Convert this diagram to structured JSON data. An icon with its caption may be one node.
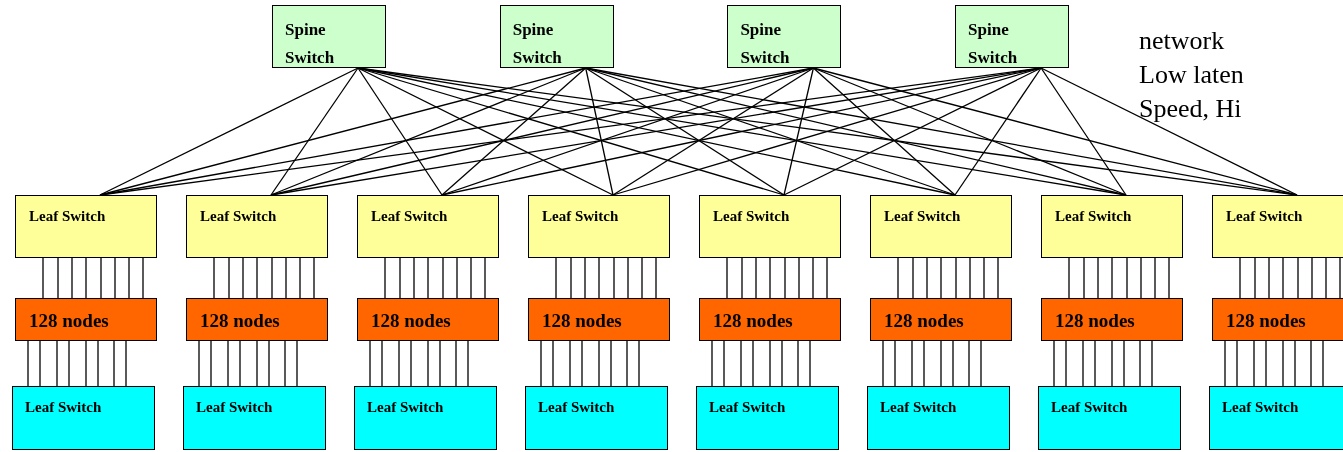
{
  "diagram": {
    "nodes": [
      {
        "text": [
          "Spine Switch"
        ]
      },
      {
        "text": [
          "Spine Switch"
        ]
      },
      {
        "text": [
          "Spine Switch"
        ]
      },
      {
        "text": [
          "Spine Switch"
        ]
      },
      {
        "text": [
          "Leaf Switch"
        ]
      },
      {
        "text": [
          "Leaf Switch"
        ]
      },
      {
        "text": [
          "Leaf Switch"
        ]
      },
      {
        "text": [
          "Leaf Switch"
        ]
      },
      {
        "text": [
          "Leaf Switch"
        ]
      },
      {
        "text": [
          "Leaf Switch"
        ]
      },
      {
        "text": [
          "Leaf Switch"
        ]
      },
      {
        "text": [
          "Leaf Switch"
        ]
      },
      {
        "text": [
          "128 nodes"
        ]
      },
      {
        "text": [
          "128 nodes"
        ]
      },
      {
        "text": [
          "128 nodes"
        ]
      },
      {
        "text": [
          "128 nodes"
        ]
      },
      {
        "text": [
          "128 nodes"
        ]
      },
      {
        "text": [
          "128 nodes"
        ]
      },
      {
        "text": [
          "128 nodes"
        ]
      },
      {
        "text": [
          "128 nodes"
        ]
      },
      {
        "text": [
          "Leaf Switch"
        ]
      },
      {
        "text": [
          "Leaf Switch"
        ]
      },
      {
        "text": [
          "Leaf Switch"
        ]
      },
      {
        "text": [
          "Leaf Switch"
        ]
      },
      {
        "text": [
          "Leaf Switch"
        ]
      },
      {
        "text": [
          "Leaf Switch"
        ]
      },
      {
        "text": [
          "Leaf Switch"
        ]
      },
      {
        "text": [
          "Leaf Switch"
        ]
      }
    ],
    "edges": [
      {
        "from": 0,
        "to": 4,
        "arrow": "none"
      },
      {
        "from": 0,
        "to": 5,
        "arrow": "none"
      },
      {
        "from": 0,
        "to": 6,
        "arrow": "none"
      },
      {
        "from": 0,
        "to": 7,
        "arrow": "none"
      },
      {
        "from": 0,
        "to": 8,
        "arrow": "none"
      },
      {
        "from": 0,
        "to": 9,
        "arrow": "none"
      },
      {
        "from": 0,
        "to": 10,
        "arrow": "none"
      },
      {
        "from": 0,
        "to": 11,
        "arrow": "none"
      },
      {
        "from": 1,
        "to": 4,
        "arrow": "none"
      },
      {
        "from": 1,
        "to": 5,
        "arrow": "none"
      },
      {
        "from": 1,
        "to": 6,
        "arrow": "none"
      },
      {
        "from": 1,
        "to": 7,
        "arrow": "none"
      },
      {
        "from": 1,
        "to": 8,
        "arrow": "none"
      },
      {
        "from": 1,
        "to": 9,
        "arrow": "none"
      },
      {
        "from": 1,
        "to": 10,
        "arrow": "none"
      },
      {
        "from": 1,
        "to": 11,
        "arrow": "none"
      },
      {
        "from": 2,
        "to": 4,
        "arrow": "none"
      },
      {
        "from": 2,
        "to": 5,
        "arrow": "none"
      },
      {
        "from": 2,
        "to": 6,
        "arrow": "none"
      },
      {
        "from": 2,
        "to": 7,
        "arrow": "none"
      },
      {
        "from": 2,
        "to": 8,
        "arrow": "none"
      },
      {
        "from": 2,
        "to": 9,
        "arrow": "none"
      },
      {
        "from": 2,
        "to": 10,
        "arrow": "none"
      },
      {
        "from": 2,
        "to": 11,
        "arrow": "none"
      },
      {
        "from": 3,
        "to": 4,
        "arrow": "none"
      },
      {
        "from": 3,
        "to": 5,
        "arrow": "none"
      },
      {
        "from": 3,
        "to": 6,
        "arrow": "none"
      },
      {
        "from": 3,
        "to": 7,
        "arrow": "none"
      },
      {
        "from": 3,
        "to": 8,
        "arrow": "none"
      },
      {
        "from": 3,
        "to": 9,
        "arrow": "none"
      },
      {
        "from": 3,
        "to": 10,
        "arrow": "none"
      },
      {
        "from": 3,
        "to": 11,
        "arrow": "none"
      },
      {
        "from": 4,
        "to": 12,
        "arrow": "none"
      },
      {
        "from": 4,
        "to": 12,
        "arrow": "none"
      },
      {
        "from": 4,
        "to": 12,
        "arrow": "none"
      },
      {
        "from": 4,
        "to": 12,
        "arrow": "none"
      },
      {
        "from": 4,
        "to": 12,
        "arrow": "none"
      },
      {
        "from": 4,
        "to": 12,
        "arrow": "none"
      },
      {
        "from": 4,
        "to": 12,
        "arrow": "none"
      },
      {
        "from": 4,
        "to": 12,
        "arrow": "none"
      },
      {
        "from": 5,
        "to": 13,
        "arrow": "none"
      },
      {
        "from": 5,
        "to": 13,
        "arrow": "none"
      },
      {
        "from": 5,
        "to": 13,
        "arrow": "none"
      },
      {
        "from": 5,
        "to": 13,
        "arrow": "none"
      },
      {
        "from": 5,
        "to": 13,
        "arrow": "none"
      },
      {
        "from": 5,
        "to": 13,
        "arrow": "none"
      },
      {
        "from": 5,
        "to": 13,
        "arrow": "none"
      },
      {
        "from": 5,
        "to": 13,
        "arrow": "none"
      },
      {
        "from": 6,
        "to": 14,
        "arrow": "none"
      },
      {
        "from": 6,
        "to": 14,
        "arrow": "none"
      },
      {
        "from": 6,
        "to": 14,
        "arrow": "none"
      },
      {
        "from": 6,
        "to": 14,
        "arrow": "none"
      },
      {
        "from": 6,
        "to": 14,
        "arrow": "none"
      },
      {
        "from": 6,
        "to": 14,
        "arrow": "none"
      },
      {
        "from": 6,
        "to": 14,
        "arrow": "none"
      },
      {
        "from": 6,
        "to": 14,
        "arrow": "none"
      },
      {
        "from": 7,
        "to": 15,
        "arrow": "none"
      },
      {
        "from": 7,
        "to": 15,
        "arrow": "none"
      },
      {
        "from": 7,
        "to": 15,
        "arrow": "none"
      },
      {
        "from": 7,
        "to": 15,
        "arrow": "none"
      },
      {
        "from": 7,
        "to": 15,
        "arrow": "none"
      },
      {
        "from": 7,
        "to": 15,
        "arrow": "none"
      },
      {
        "from": 7,
        "to": 15,
        "arrow": "none"
      },
      {
        "from": 7,
        "to": 15,
        "arrow": "none"
      },
      {
        "from": 8,
        "to": 16,
        "arrow": "none"
      },
      {
        "from": 8,
        "to": 16,
        "arrow": "none"
      },
      {
        "from": 8,
        "to": 16,
        "arrow": "none"
      },
      {
        "from": 8,
        "to": 16,
        "arrow": "none"
      },
      {
        "from": 8,
        "to": 16,
        "arrow": "none"
      },
      {
        "from": 8,
        "to": 16,
        "arrow": "none"
      },
      {
        "from": 8,
        "to": 16,
        "arrow": "none"
      },
      {
        "from": 8,
        "to": 16,
        "arrow": "none"
      },
      {
        "from": 9,
        "to": 17,
        "arrow": "none"
      },
      {
        "from": 9,
        "to": 17,
        "arrow": "none"
      },
      {
        "from": 9,
        "to": 17,
        "arrow": "none"
      },
      {
        "from": 9,
        "to": 17,
        "arrow": "none"
      },
      {
        "from": 9,
        "to": 17,
        "arrow": "none"
      },
      {
        "from": 9,
        "to": 17,
        "arrow": "none"
      },
      {
        "from": 9,
        "to": 17,
        "arrow": "none"
      },
      {
        "from": 9,
        "to": 17,
        "arrow": "none"
      },
      {
        "from": 10,
        "to": 18,
        "arrow": "none"
      },
      {
        "from": 10,
        "to": 18,
        "arrow": "none"
      },
      {
        "from": 10,
        "to": 18,
        "arrow": "none"
      },
      {
        "from": 10,
        "to": 18,
        "arrow": "none"
      },
      {
        "from": 10,
        "to": 18,
        "arrow": "none"
      },
      {
        "from": 10,
        "to": 18,
        "arrow": "none"
      },
      {
        "from": 10,
        "to": 18,
        "arrow": "none"
      },
      {
        "from": 10,
        "to": 18,
        "arrow": "none"
      },
      {
        "from": 11,
        "to": 19,
        "arrow": "none"
      },
      {
        "from": 11,
        "to": 19,
        "arrow": "none"
      },
      {
        "from": 11,
        "to": 19,
        "arrow": "none"
      },
      {
        "from": 11,
        "to": 19,
        "arrow": "none"
      },
      {
        "from": 11,
        "to": 19,
        "arrow": "none"
      },
      {
        "from": 11,
        "to": 19,
        "arrow": "none"
      },
      {
        "from": 11,
        "to": 19,
        "arrow": "none"
      },
      {
        "from": 11,
        "to": 19,
        "arrow": "none"
      },
      {
        "from": 12,
        "to": 20,
        "arrow": "none"
      },
      {
        "from": 12,
        "to": 20,
        "arrow": "none"
      },
      {
        "from": 12,
        "to": 20,
        "arrow": "none"
      },
      {
        "from": 12,
        "to": 20,
        "arrow": "none"
      },
      {
        "from": 12,
        "to": 20,
        "arrow": "none"
      },
      {
        "from": 12,
        "to": 20,
        "arrow": "none"
      },
      {
        "from": 12,
        "to": 20,
        "arrow": "none"
      },
      {
        "from": 12,
        "to": 20,
        "arrow": "none"
      },
      {
        "from": 13,
        "to": 21,
        "arrow": "none"
      },
      {
        "from": 13,
        "to": 21,
        "arrow": "none"
      },
      {
        "from": 13,
        "to": 21,
        "arrow": "none"
      },
      {
        "from": 13,
        "to": 21,
        "arrow": "none"
      },
      {
        "from": 13,
        "to": 21,
        "arrow": "none"
      },
      {
        "from": 13,
        "to": 21,
        "arrow": "none"
      },
      {
        "from": 13,
        "to": 21,
        "arrow": "none"
      },
      {
        "from": 13,
        "to": 21,
        "arrow": "none"
      },
      {
        "from": 14,
        "to": 22,
        "arrow": "none"
      },
      {
        "from": 14,
        "to": 22,
        "arrow": "none"
      },
      {
        "from": 14,
        "to": 22,
        "arrow": "none"
      },
      {
        "from": 14,
        "to": 22,
        "arrow": "none"
      },
      {
        "from": 14,
        "to": 22,
        "arrow": "none"
      },
      {
        "from": 14,
        "to": 22,
        "arrow": "none"
      },
      {
        "from": 14,
        "to": 22,
        "arrow": "none"
      },
      {
        "from": 14,
        "to": 22,
        "arrow": "none"
      },
      {
        "from": 15,
        "to": 23,
        "arrow": "none"
      },
      {
        "from": 15,
        "to": 23,
        "arrow": "none"
      },
      {
        "from": 15,
        "to": 23,
        "arrow": "none"
      },
      {
        "from": 15,
        "to": 23,
        "arrow": "none"
      },
      {
        "from": 15,
        "to": 23,
        "arrow": "none"
      },
      {
        "from": 15,
        "to": 23,
        "arrow": "none"
      },
      {
        "from": 15,
        "to": 23,
        "arrow": "none"
      },
      {
        "from": 15,
        "to": 23,
        "arrow": "none"
      },
      {
        "from": 16,
        "to": 24,
        "arrow": "none"
      },
      {
        "from": 16,
        "to": 24,
        "arrow": "none"
      },
      {
        "from": 16,
        "to": 24,
        "arrow": "none"
      },
      {
        "from": 16,
        "to": 24,
        "arrow": "none"
      },
      {
        "from": 16,
        "to": 24,
        "arrow": "none"
      },
      {
        "from": 16,
        "to": 24,
        "arrow": "none"
      },
      {
        "from": 16,
        "to": 24,
        "arrow": "none"
      },
      {
        "from": 16,
        "to": 24,
        "arrow": "none"
      },
      {
        "from": 17,
        "to": 25,
        "arrow": "none"
      },
      {
        "from": 17,
        "to": 25,
        "arrow": "none"
      },
      {
        "from": 17,
        "to": 25,
        "arrow": "none"
      },
      {
        "from": 17,
        "to": 25,
        "arrow": "none"
      },
      {
        "from": 17,
        "to": 25,
        "arrow": "none"
      },
      {
        "from": 17,
        "to": 25,
        "arrow": "none"
      },
      {
        "from": 17,
        "to": 25,
        "arrow": "none"
      },
      {
        "from": 17,
        "to": 25,
        "arrow": "none"
      },
      {
        "from": 18,
        "to": 26,
        "arrow": "none"
      },
      {
        "from": 18,
        "to": 26,
        "arrow": "none"
      },
      {
        "from": 18,
        "to": 26,
        "arrow": "none"
      },
      {
        "from": 18,
        "to": 26,
        "arrow": "none"
      },
      {
        "from": 18,
        "to": 26,
        "arrow": "none"
      },
      {
        "from": 18,
        "to": 26,
        "arrow": "none"
      },
      {
        "from": 18,
        "to": 26,
        "arrow": "none"
      },
      {
        "from": 18,
        "to": 26,
        "arrow": "none"
      },
      {
        "from": 19,
        "to": 27,
        "arrow": "none"
      },
      {
        "from": 19,
        "to": 27,
        "arrow": "none"
      },
      {
        "from": 19,
        "to": 27,
        "arrow": "none"
      },
      {
        "from": 19,
        "to": 27,
        "arrow": "none"
      },
      {
        "from": 19,
        "to": 27,
        "arrow": "none"
      },
      {
        "from": 19,
        "to": 27,
        "arrow": "none"
      },
      {
        "from": 19,
        "to": 27,
        "arrow": "none"
      },
      {
        "from": 19,
        "to": 27,
        "arrow": "none"
      }
    ],
    "labels": [
      "network",
      "Low laten",
      "Speed, Hi"
    ]
  }
}
